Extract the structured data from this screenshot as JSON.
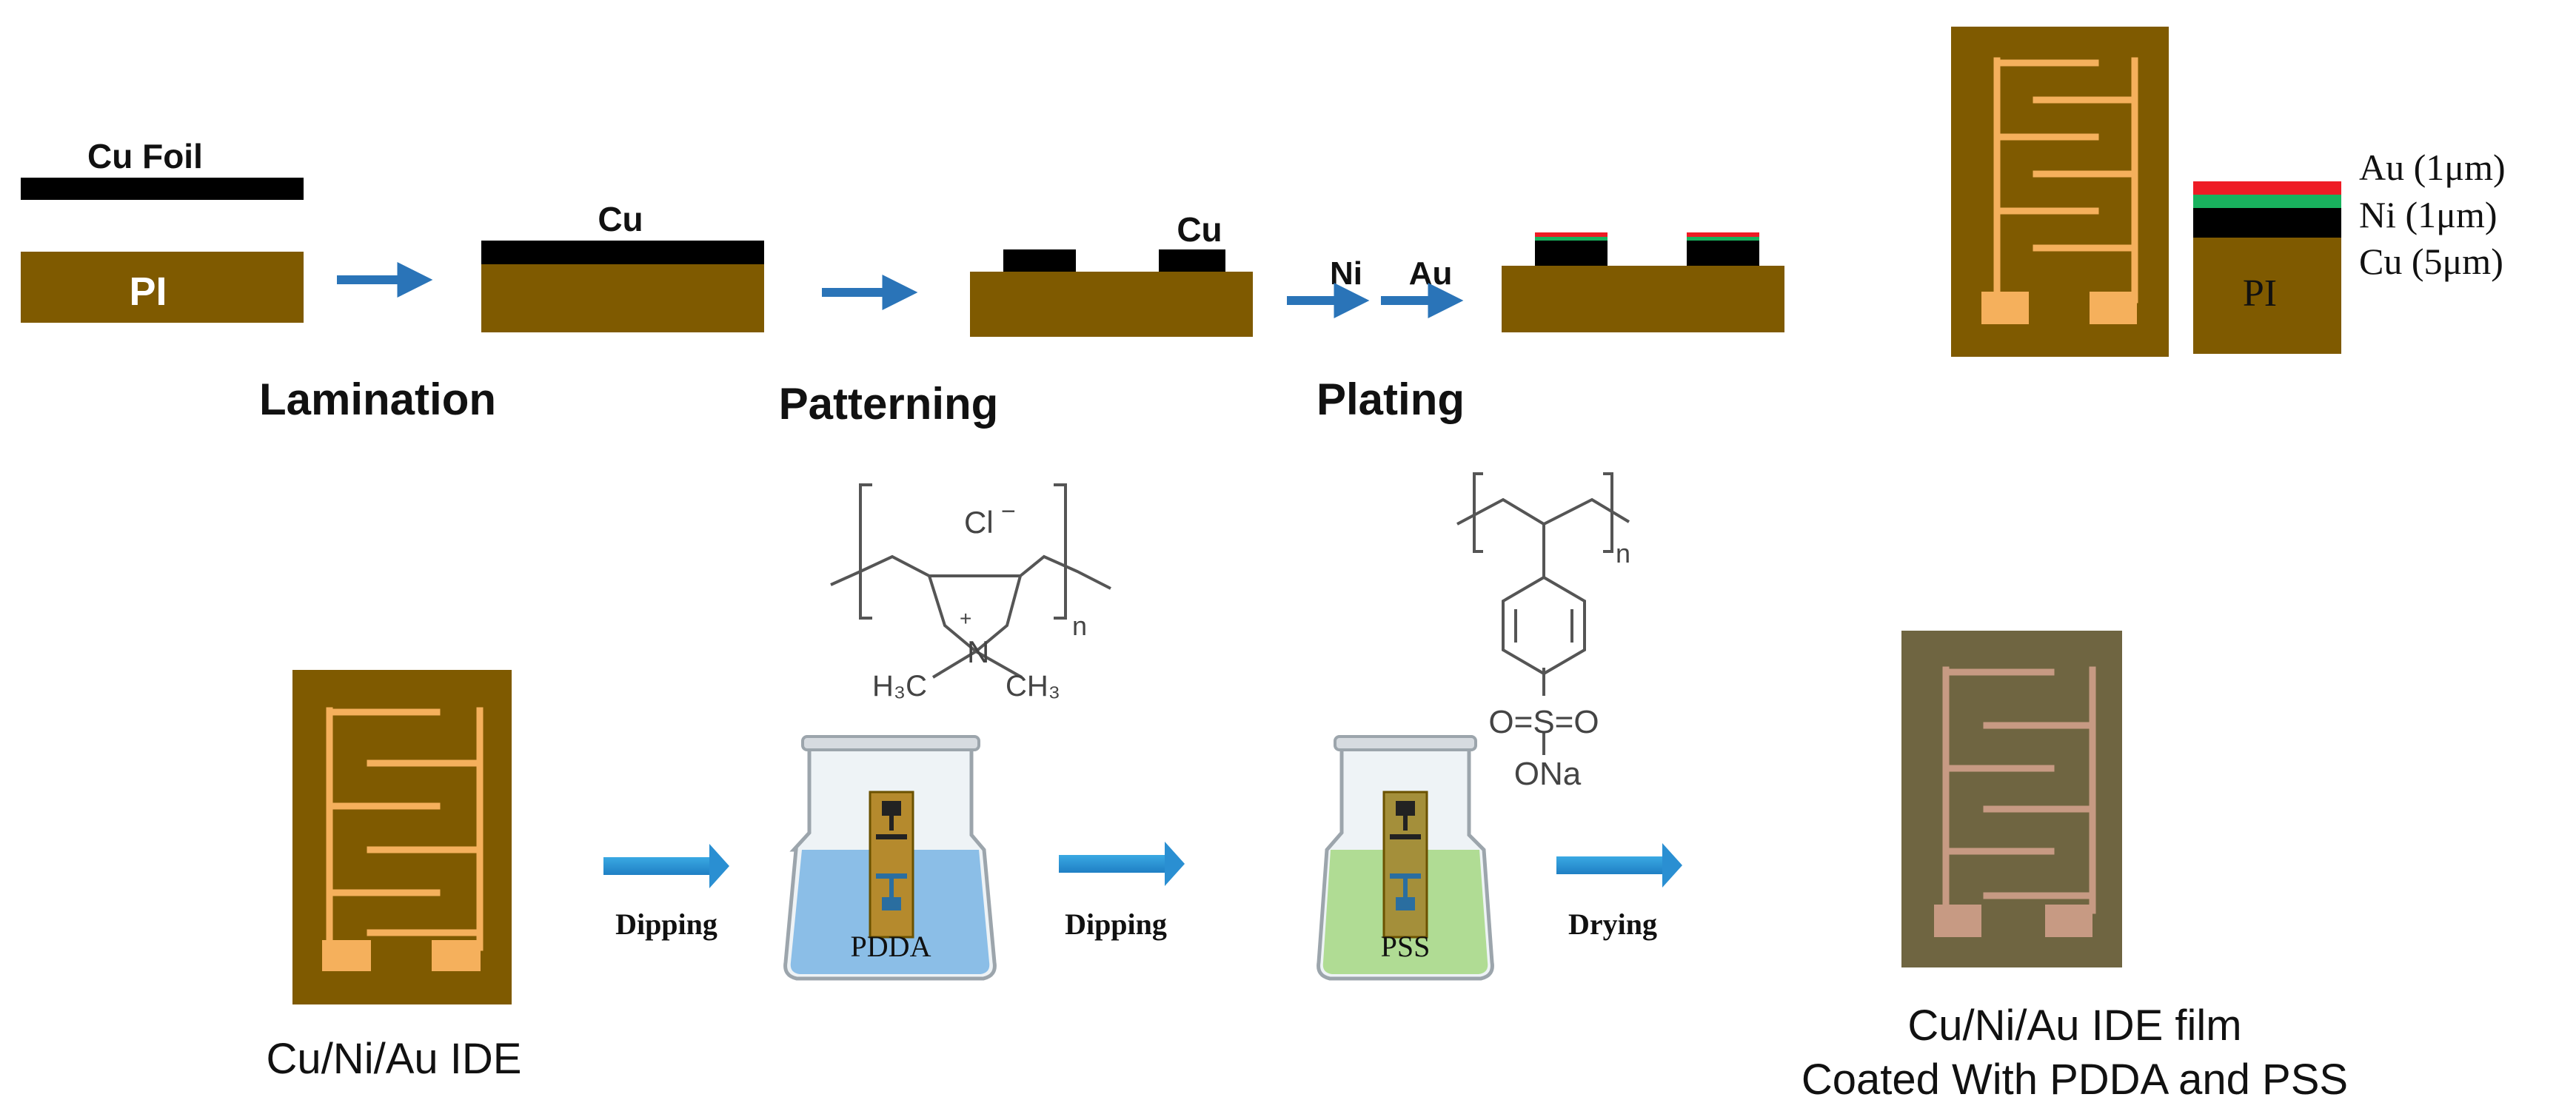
{
  "steps": {
    "lamination": "Lamination",
    "patterning": "Patterning",
    "plating": "Plating"
  },
  "layers": {
    "cu_foil": "Cu Foil",
    "pi": "PI",
    "cu": "Cu",
    "ni": "Ni",
    "au": "Au"
  },
  "stack": {
    "au": "Au (1μm)",
    "ni": "Ni  (1μm)",
    "cu": "Cu (5μm)",
    "pi": "PI"
  },
  "process": {
    "dipping_1": "Dipping",
    "dipping_2": "Dipping",
    "drying": "Drying",
    "pdda": "PDDA",
    "pss": "PSS"
  },
  "pdda_structure": {
    "anion": "Cl",
    "anion_charge": "−",
    "cation_charge": "+",
    "nitrogen": "N",
    "methyl_left": "H₃C",
    "methyl_right": "CH₃",
    "repeat": "n"
  },
  "pss_structure": {
    "sulfonate": "O=S=O",
    "sodium": "ONa",
    "repeat": "n"
  },
  "labels": {
    "ide": "Cu/Ni/Au IDE",
    "film_line1": "Cu/Ni/Au IDE film",
    "film_line2": "Coated With PDDA and PSS"
  },
  "colors": {
    "pi": "#7f5a00",
    "copper": "#f5b05c",
    "au": "#ee1c25",
    "ni": "#19b25e",
    "arrow": "#2a74b8",
    "arrow_light": "#3aa2dc",
    "pdda_liquid": "#7fb8e6",
    "pss_liquid": "#a9d98a",
    "coated_film": "#6f6541",
    "coated_electrode": "#c79a83"
  },
  "icons": [
    "right-arrow-icon",
    "erlenmeyer-flask-icon",
    "interdigitated-electrode-icon"
  ]
}
